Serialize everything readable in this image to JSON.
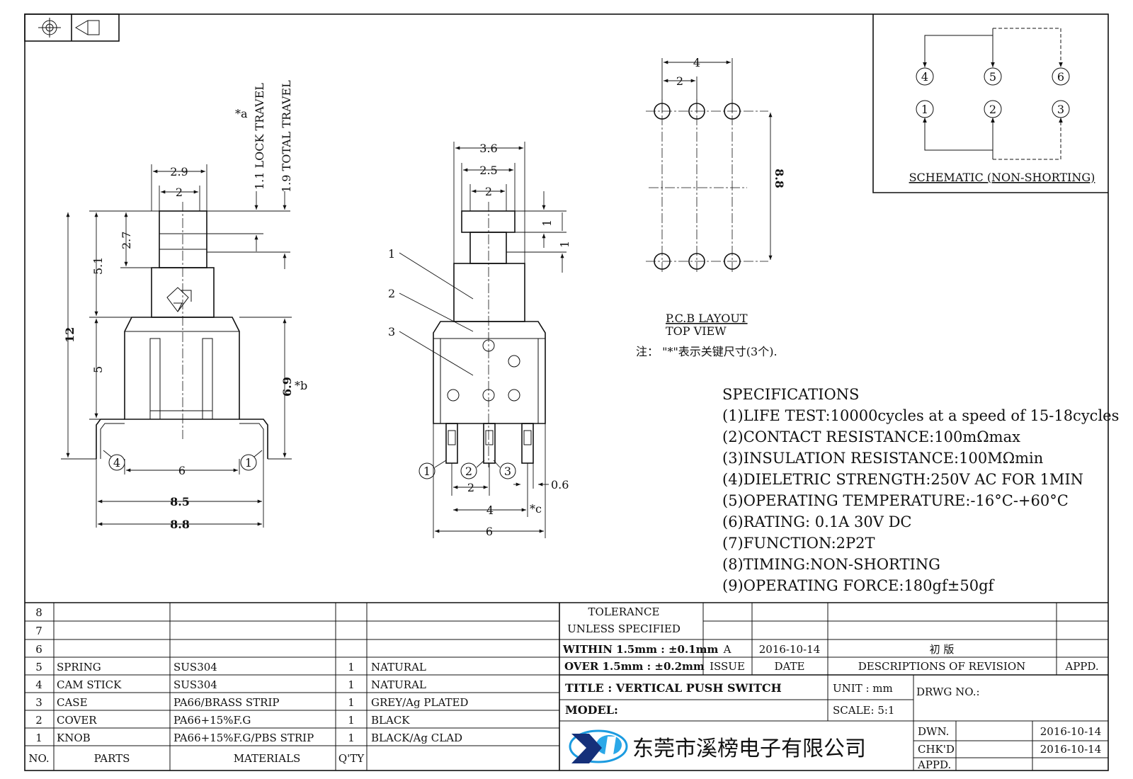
{
  "angle_symbol": "",
  "side_view": {
    "dims": {
      "w2_9": "2.9",
      "w2": "2",
      "h2_7": "2.7",
      "h5_1": "5.1",
      "h12": "12",
      "h5": "5",
      "h6_9": "6.9",
      "b_mark": "*b",
      "a_mark": "*a",
      "lock_travel": "1.1 LOCK TRAVEL",
      "total_travel": "1.9 TOTAL TRAVEL",
      "w6": "6",
      "w8_5": "8.5",
      "w8_8": "8.8"
    },
    "pins": [
      "4",
      "1"
    ]
  },
  "front_view": {
    "dims": {
      "w3_6": "3.6",
      "w2_5": "2.5",
      "w2": "2",
      "h1a": "1",
      "h1b": "1",
      "b2": "2",
      "b4": "4",
      "c_mark": "*c",
      "b6": "6",
      "t06": "0.6"
    },
    "callouts": [
      "1",
      "2",
      "3"
    ],
    "pins": [
      "1",
      "2",
      "3"
    ]
  },
  "pcb": {
    "dims": {
      "w4": "4",
      "w2": "2",
      "h8_8": "8.8"
    },
    "title": "P.C.B LAYOUT",
    "subtitle": "TOP VIEW",
    "note": "注：  \"*\"表示关键尺寸(3个)."
  },
  "schematic": {
    "pins_top": [
      "4",
      "5",
      "6"
    ],
    "pins_bottom": [
      "1",
      "2",
      "3"
    ],
    "title": "SCHEMATIC (NON-SHORTING)"
  },
  "specifications": {
    "heading": "SPECIFICATIONS",
    "items": [
      "(1)LIFE TEST:10000cycles at a speed of 15-18cycles",
      "(2)CONTACT RESISTANCE:100mΩmax",
      "(3)INSULATION RESISTANCE:100MΩmin",
      "(4)DIELETRIC STRENGTH:250V AC FOR 1MIN",
      "(5)OPERATING TEMPERATURE:-16°C-+60°C",
      "(6)RATING: 0.1A 30V DC",
      "(7)FUNCTION:2P2T",
      "(8)TIMING:NON-SHORTING",
      "(9)OPERATING FORCE:180gf±50gf"
    ]
  },
  "parts_table": {
    "empty_rows": [
      "8",
      "7",
      "6"
    ],
    "rows": [
      {
        "no": "5",
        "part": "SPRING",
        "material": "SUS304",
        "qty": "1",
        "finish": "NATURAL"
      },
      {
        "no": "4",
        "part": "CAM STICK",
        "material": "SUS304",
        "qty": "1",
        "finish": "NATURAL"
      },
      {
        "no": "3",
        "part": "CASE",
        "material": "PA66/BRASS STRIP",
        "qty": "1",
        "finish": "GREY/Ag PLATED"
      },
      {
        "no": "2",
        "part": "COVER",
        "material": "PA66+15%F.G",
        "qty": "1",
        "finish": "BLACK"
      },
      {
        "no": "1",
        "part": "KNOB",
        "material": "PA66+15%F.G/PBS STRIP",
        "qty": "1",
        "finish": "BLACK/Ag CLAD"
      }
    ],
    "header": {
      "no": "NO.",
      "parts": "PARTS",
      "materials": "MATERIALS",
      "qty": "Q'TY"
    }
  },
  "title_block": {
    "tolerance_1": "TOLERANCE",
    "tolerance_2": "UNLESS  SPECIFIED",
    "within": "WITHIN 1.5mm : ±0.1mm",
    "over": "OVER 1.5mm : ±0.2mm",
    "issue_val": "A",
    "date_val": "2016-10-14",
    "desc_val": "初  版",
    "issue_label": "ISSUE",
    "date_label": "DATE",
    "desc_label": "DESCRIPTIONS OF REVISION",
    "appd_label": "APPD.",
    "title": "TITLE :  VERTICAL PUSH SWITCH",
    "unit": "UNIT :  mm",
    "drwg": "DRWG NO.:",
    "model": "MODEL:",
    "scale": "SCALE:  5:1",
    "dwn": "DWN.",
    "dwn_date": "2016-10-14",
    "chkd": "CHK'D",
    "chkd_date": "2016-10-14",
    "appd": "APPD.",
    "company": "东莞市溪榜电子有限公司",
    "logo_text": "XB"
  }
}
